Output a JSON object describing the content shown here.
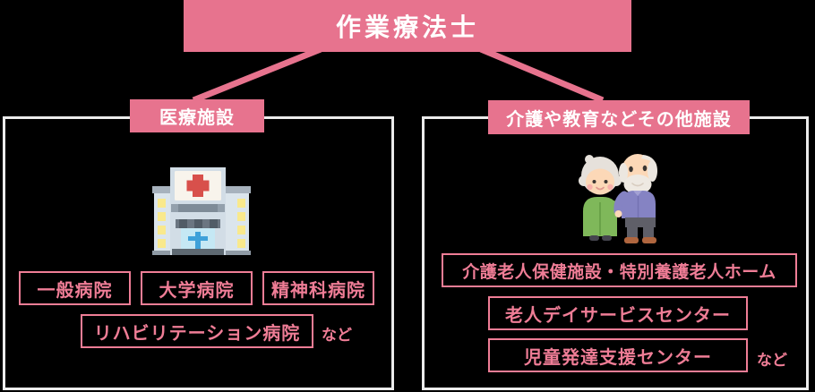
{
  "colors": {
    "background": "#000000",
    "pink_block": "#e7738e",
    "pink_outline": "#ef7d96",
    "panel_border": "#ececec",
    "label_text": "#ffffff"
  },
  "title": {
    "label": "作業療法士"
  },
  "left_panel": {
    "label": "医療施設",
    "icon": "hospital-icon",
    "items": [
      "一般病院",
      "大学病院",
      "精神科病院",
      "リハビリテーション病院"
    ],
    "etc": "など"
  },
  "right_panel": {
    "label": "介護や教育などその他施設",
    "icon": "elderly-couple-icon",
    "items": [
      "介護老人保健施設・特別養護老人ホーム",
      "老人デイサービスセンター",
      "児童発達支援センター"
    ],
    "etc": "など"
  }
}
